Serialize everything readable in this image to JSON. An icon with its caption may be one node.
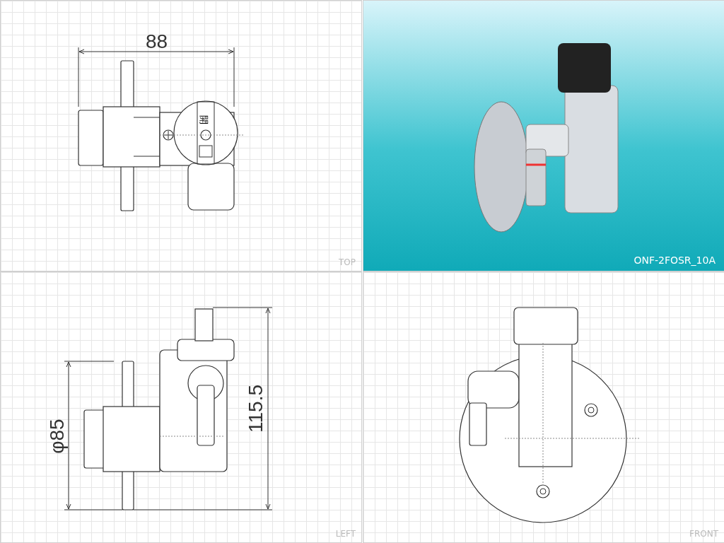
{
  "diagram": {
    "labels": [
      "88",
      "開",
      "TOP",
      "ONF-2FOSR_10A",
      "115.5",
      "φ85",
      "LEFT",
      "FRONT"
    ]
  }
}
